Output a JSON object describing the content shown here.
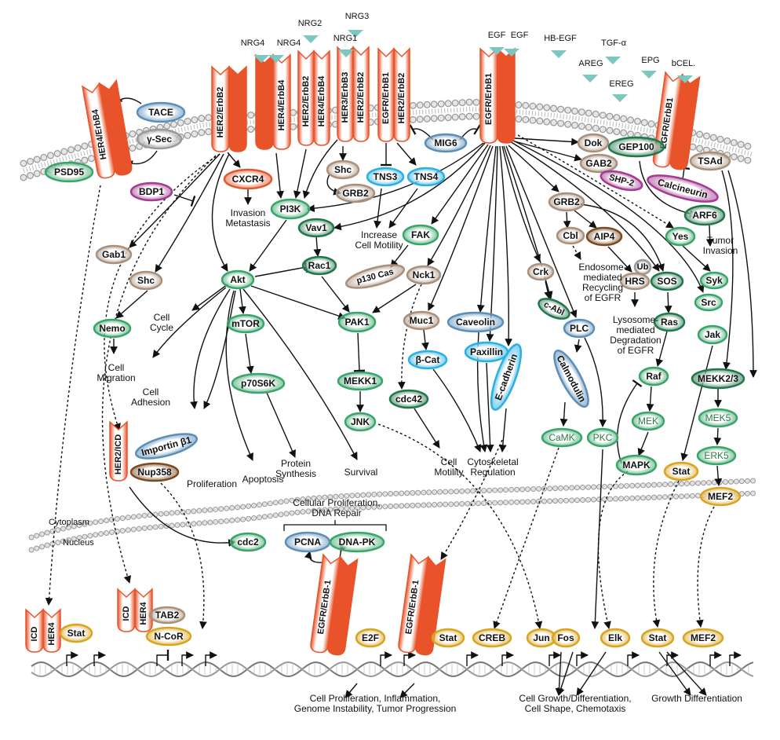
{
  "ligands": [
    "NRG4",
    "NRG4",
    "NRG2",
    "NRG3",
    "NRG1",
    "EGF",
    "EGF",
    "HB-EGF",
    "TGF-α",
    "AREG",
    "EREG",
    "EPG",
    "bCEL."
  ],
  "receptors": {
    "her4_left": [
      "HER4/ErbB4",
      ""
    ],
    "her2_homo": [
      "HER2/ErbB2",
      ""
    ],
    "her4_homo": [
      "",
      "HER4/ErbB4"
    ],
    "her2_her4": [
      "HER2/ErbB2",
      "HER4/ErbB4"
    ],
    "her3_her2": [
      "HER3/ErbB3",
      "HER2/ErbB2"
    ],
    "egfr_her2": [
      "EGFR/ErbB1",
      "HER2/ErbB2"
    ],
    "egfr_main": [
      "EGFR/ErbB1",
      ""
    ],
    "egfr_right": [
      "EGFR/ErbB1",
      ""
    ],
    "her2_icd": [
      "HER2/ICD"
    ],
    "icd_her4_a": [
      "ICD",
      "HER4"
    ],
    "icd_her4_b": [
      "ICD",
      "HER4"
    ],
    "egfr_nuc_a": [
      "EGFR/ErbB-1",
      ""
    ],
    "egfr_nuc_b": [
      "EGFR/ErbB-1",
      ""
    ]
  },
  "nodes": {
    "tace": "TACE",
    "gsec": "γ-Sec",
    "psd95": "PSD95",
    "bdp1": "BDP1",
    "cxcr4": "CXCR4",
    "pi3k": "PI3K",
    "vav1": "Vav1",
    "shc_top": "Shc",
    "grb2_top": "GRB2",
    "tns3": "TNS3",
    "tns4": "TNS4",
    "mig6": "MIG6",
    "dok": "Dok",
    "gab2": "GAB2",
    "shp2": "SHP-2",
    "gep100": "GEP100",
    "calcineurin": "Calcineurin",
    "tsad": "TSAd",
    "arf6": "ARF6",
    "yes": "Yes",
    "syk": "Syk",
    "src": "Src",
    "jak": "Jak",
    "mekk23": "MEKK2/3",
    "mek5": "MEK5",
    "erk5": "ERK5",
    "mef2_top": "MEF2",
    "stat_top": "Stat",
    "gab1": "Gab1",
    "shc_left": "Shc",
    "nemo": "Nemo",
    "akt": "Akt",
    "rac1": "Rac1",
    "fak": "FAK",
    "p130": "p130 Cas",
    "nck1": "Nck1",
    "pak1": "PAK1",
    "mtor": "mTOR",
    "p70s6k": "p70S6K",
    "mekk1": "MEKK1",
    "jnk": "JNK",
    "muc1": "Muc1",
    "caveolin": "Caveolin",
    "bcat": "β-Cat",
    "paxillin": "Paxillin",
    "cdc42": "cdc42",
    "ecad": "E-cadherin",
    "grb2_mid": "GRB2",
    "cbl": "Cbl",
    "aip4": "AIP4",
    "ub": "Ub",
    "hrs": "HRS",
    "sos": "SOS",
    "ras": "Ras",
    "crk": "Crk",
    "cabl": "c-Abl",
    "plc": "PLC",
    "calmodulin": "Calmodulin",
    "raf": "Raf",
    "mek": "MEK",
    "pkc": "PKC",
    "camk": "CaMK",
    "mapk": "MAPK",
    "importin": "Importin β1",
    "nup358": "Nup358",
    "cdc2": "cdc2",
    "pcna": "PCNA",
    "dnapk": "DNA-PK",
    "tab2": "TAB2",
    "ncor": "N-CoR",
    "stat_bl": "Stat",
    "e2f": "E2F",
    "stat_mid": "Stat",
    "creb": "CREB",
    "jun": "Jun",
    "fos": "Fos",
    "elk": "Elk",
    "stat_br": "Stat",
    "mef2_bot": "MEF2"
  },
  "annotations": {
    "invasion": [
      "Invasion",
      "Metastasis"
    ],
    "motility_inc": [
      "Increase",
      "Cell Motility"
    ],
    "cell_cycle": [
      "Cell",
      "Cycle"
    ],
    "cell_migration": [
      "Cell",
      "Migration"
    ],
    "cell_adhesion": [
      "Cell",
      "Adhesion"
    ],
    "proliferation": [
      "Proliferation"
    ],
    "apoptosis": [
      "Apoptosis"
    ],
    "protein_synthesis": [
      "Protein",
      "Synthesis"
    ],
    "survival": [
      "Survival"
    ],
    "cell_motility": [
      "Cell",
      "Motility"
    ],
    "cytoskeletal": [
      "Cytoskeletal",
      "Regulation"
    ],
    "endosome": [
      "Endosome-",
      "mediated",
      "Recycling",
      "of EGFR"
    ],
    "lysosome": [
      "Lysosome-",
      "mediated",
      "Degradation",
      "of EGFR"
    ],
    "tumor_invasion": [
      "Tumor",
      "Invasion"
    ],
    "dna_repair": [
      "Cellular Proliferation,",
      "DNA Repair"
    ],
    "out_left": [
      "Cell Proliferation, Inflammation,",
      "Genome Instability, Tumor Progression"
    ],
    "out_mid": [
      "Cell Growth/Differentiation,",
      "Cell Shape, Chemotaxis"
    ],
    "out_right": [
      "Growth Differentiation"
    ]
  },
  "compartments": {
    "cytoplasm": "Cytoplasm",
    "nucleus": "Nucleus"
  },
  "colors": {
    "receptor": "#e8532a",
    "ligand": "#7cc7c0",
    "green": "#3aa56a",
    "darkgreen": "#22774a",
    "tan": "#a8907c",
    "blue": "#5b8fb9",
    "cyan": "#2bb0e3",
    "magenta": "#a33b91",
    "red": "#e5572b",
    "brown": "#7a4a22",
    "gold": "#d9a521",
    "gray": "#9a9a9a",
    "membrane": "#b5b5b5"
  }
}
